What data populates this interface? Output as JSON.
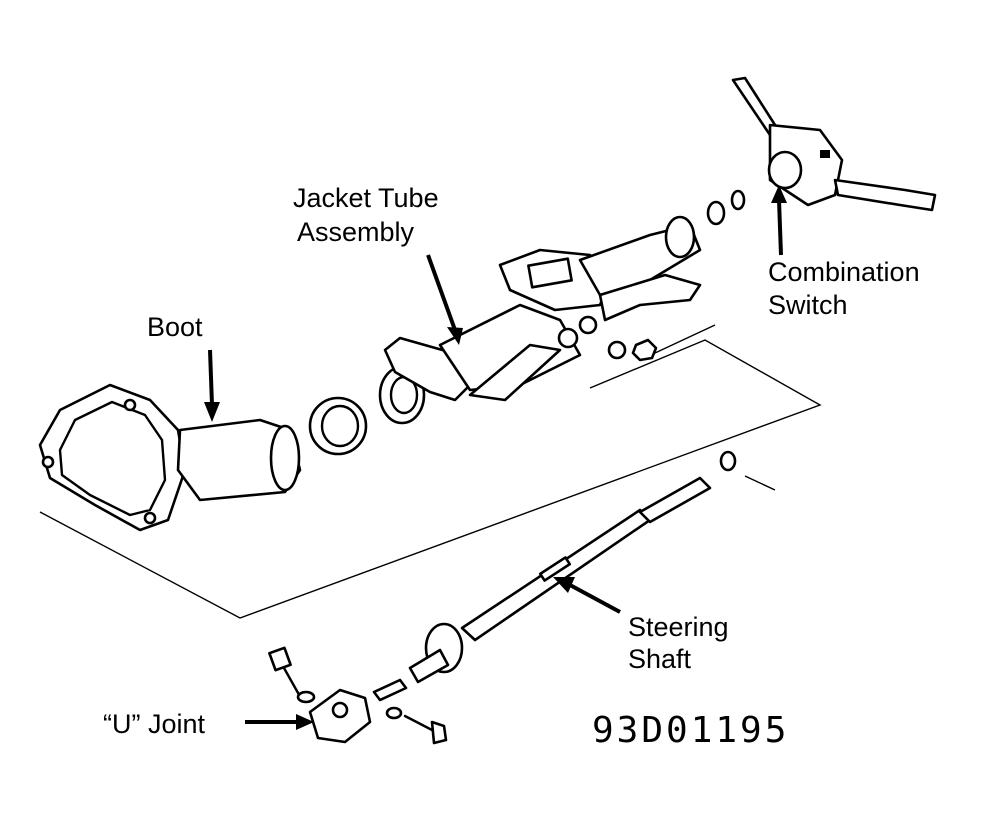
{
  "labels": {
    "jacket_tube_line1": "Jacket Tube",
    "jacket_tube_line2": "Assembly",
    "boot": "Boot",
    "combination_line1": "Combination",
    "combination_line2": "Switch",
    "steering_line1": "Steering",
    "steering_line2": "Shaft",
    "u_joint": "“U” Joint"
  },
  "figure_code": "93D01195"
}
